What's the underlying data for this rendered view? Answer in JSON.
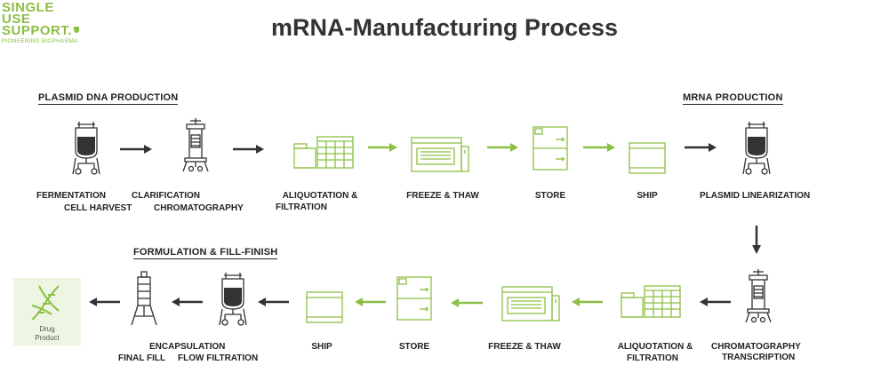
{
  "logo": {
    "line1": "SINGLE",
    "line2": "USE",
    "line3": "SUPPORT.",
    "tagline": "PIONEERING BIOPHARMA"
  },
  "title": "mRNA-Manufacturing Process",
  "sections": {
    "plasmid": "PLASMID DNA PRODUCTION",
    "mrna": "MRNA PRODUCTION",
    "formulation": "FORMULATION & FILL-FINISH"
  },
  "labels": {
    "fermentation": "FERMENTATION",
    "cell_harvest": "CELL HARVEST",
    "clarification": "CLARIFICATION",
    "chromatography_1": "CHROMATOGRAPHY",
    "aliquotation_1": "ALIQUOTATION &",
    "filtration_1": "FILTRATION",
    "freeze_thaw_1": "FREEZE & THAW",
    "store_1": "STORE",
    "ship_1": "SHIP",
    "plasmid_linearization": "PLASMID LINEARIZATION",
    "chromatography_2": "CHROMATOGRAPHY",
    "transcription": "TRANSCRIPTION",
    "aliquotation_2": "ALIQUOTATION &",
    "filtration_2": "FILTRATION",
    "freeze_thaw_2": "FREEZE & THAW",
    "store_2": "STORE",
    "ship_2": "SHIP",
    "encapsulation": "ENCAPSULATION",
    "final_fill": "FINAL FILL",
    "flow_filtration": "FLOW FILTRATION",
    "drug_product_1": "Drug",
    "drug_product_2": "Product"
  },
  "colors": {
    "accent": "#8cbf45",
    "dark": "#333333",
    "drug_bg": "#eef5e2"
  }
}
